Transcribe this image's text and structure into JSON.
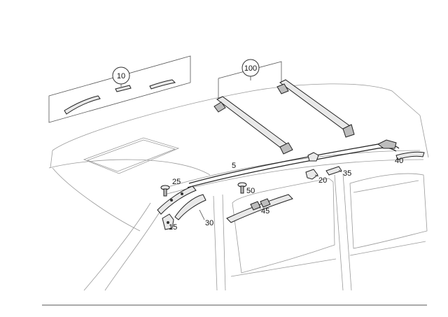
{
  "callouts": {
    "c10": "10",
    "c100": "100",
    "c5": "5",
    "c25": "25",
    "c30": "30",
    "c15": "15",
    "c50": "50",
    "c45": "45",
    "c20": "20",
    "c35": "35",
    "c40": "40"
  }
}
